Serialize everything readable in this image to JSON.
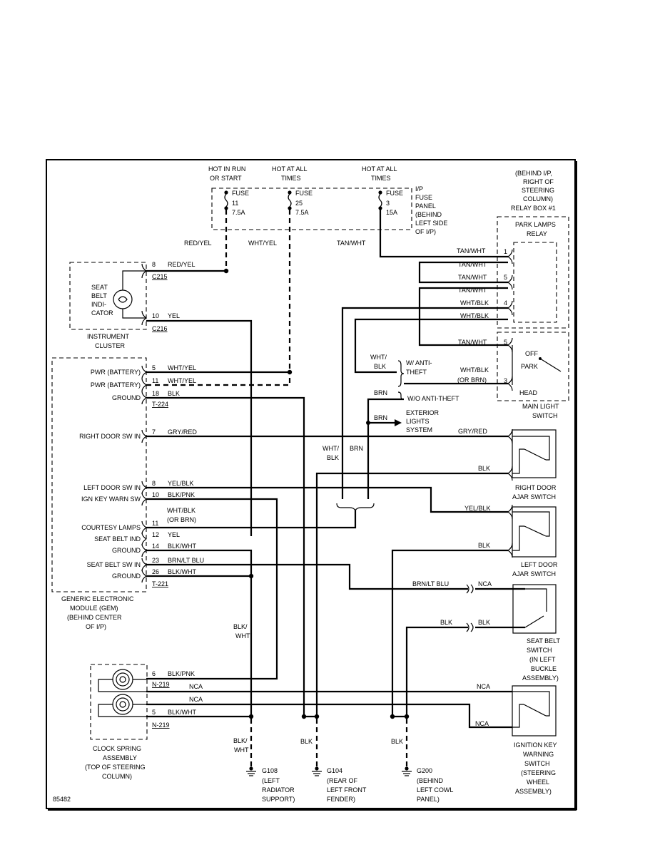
{
  "figure_id": "85482",
  "fuses": {
    "hot_in_run": [
      "HOT IN RUN",
      "OR START"
    ],
    "hot_all_1": [
      "HOT AT ALL",
      "TIMES"
    ],
    "hot_all_2": [
      "HOT AT ALL",
      "TIMES"
    ],
    "fuse11": [
      "FUSE",
      "11",
      "7.5A"
    ],
    "fuse25": [
      "FUSE",
      "25",
      "7.5A"
    ],
    "fuse3": [
      "FUSE",
      "3",
      "15A"
    ],
    "panel": [
      "I/P",
      "FUSE",
      "PANEL",
      "(BEHIND",
      "LEFT SIDE",
      "OF I/P)"
    ]
  },
  "relay_box": {
    "location": [
      "(BEHIND I/P,",
      "RIGHT OF",
      "STEERING",
      "COLUMN)",
      "RELAY BOX #1"
    ],
    "relay": [
      "PARK LAMPS",
      "RELAY"
    ],
    "pins": [
      "1",
      "5",
      "4"
    ]
  },
  "main_light_switch": {
    "positions": [
      "OFF",
      "PARK",
      "HEAD"
    ],
    "pins": [
      "5",
      "3"
    ],
    "name": [
      "MAIN LIGHT",
      "SWITCH"
    ]
  },
  "instrument_cluster": {
    "indicator": [
      "SEAT",
      "BELT",
      "INDI-",
      "CATOR"
    ],
    "name": [
      "INSTRUMENT",
      "CLUSTER"
    ],
    "pins": [
      {
        "num": "8",
        "wire": "RED/YEL",
        "conn": "C215"
      },
      {
        "num": "10",
        "wire": "YEL",
        "conn": "C216"
      }
    ]
  },
  "gem": {
    "name": [
      "GENERIC ELECTRONIC",
      "MODULE (GEM)",
      "(BEHIND CENTER",
      "OF I/P)"
    ],
    "pins": [
      {
        "label": "PWR (BATTERY)",
        "num": "5",
        "wire": "WHT/YEL"
      },
      {
        "label": "PWR (BATTERY)",
        "num": "11",
        "wire": "WHT/YEL"
      },
      {
        "label": "GROUND",
        "num": "18",
        "wire": "BLK"
      },
      {
        "label": "RIGHT DOOR SW IN",
        "num": "7",
        "wire": "GRY/RED"
      },
      {
        "label": "LEFT DOOR SW IN",
        "num": "8",
        "wire": "YEL/BLK"
      },
      {
        "label": "IGN KEY WARN SW",
        "num": "10",
        "wire": "BLK/PNK"
      },
      {
        "label": "COURTESY LAMPS",
        "num": "11",
        "wire": "WHT/BLK"
      },
      {
        "label": "SEAT BELT IND",
        "num": "12",
        "wire": "YEL"
      },
      {
        "label": "GROUND",
        "num": "14",
        "wire": "BLK/WHT"
      },
      {
        "label": "SEAT BELT SW IN",
        "num": "23",
        "wire": "BRN/LT BLU"
      },
      {
        "label": "GROUND",
        "num": "26",
        "wire": "BLK/WHT"
      }
    ],
    "courtesy_alt": "(OR BRN)",
    "connectors": [
      "T-224",
      "T-221"
    ]
  },
  "wires": {
    "red_yel": "RED/YEL",
    "wht_yel": "WHT/YEL",
    "tan_wht": "TAN/WHT",
    "wht_blk": "WHT/BLK",
    "wht_blk_split": [
      "WHT/",
      "BLK"
    ],
    "or_brn": "(OR BRN)",
    "brn": "BRN",
    "blk": "BLK",
    "blk_wht": [
      "BLK/",
      "WHT"
    ],
    "gry_red": "GRY/RED",
    "yel_blk": "YEL/BLK",
    "brn_lt_blu": "BRN/LT BLU",
    "nca": "NCA",
    "blk_pnk": "BLK/PNK"
  },
  "splice": {
    "with_antitheft": [
      "W/ ANTI-",
      "THEFT"
    ],
    "without_antitheft": "W/O ANTI-THEFT",
    "exterior_lights": [
      "EXTERIOR",
      "LIGHTS",
      "SYSTEM"
    ]
  },
  "right_door_switch": [
    "RIGHT DOOR",
    "AJAR SWITCH"
  ],
  "left_door_switch": [
    "LEFT DOOR",
    "AJAR SWITCH"
  ],
  "seat_belt_switch": [
    "SEAT BELT",
    "SWITCH",
    "(IN LEFT",
    "BUCKLE",
    "ASSEMBLY)"
  ],
  "ignition_key_switch": [
    "IGNITION KEY",
    "WARNING",
    "SWITCH",
    "(STEERING",
    "WHEEL",
    "ASSEMBLY)"
  ],
  "clock_spring": {
    "name": [
      "CLOCK SPRING",
      "ASSEMBLY",
      "(TOP OF STEERING",
      "COLUMN)"
    ],
    "pins": [
      {
        "num": "6",
        "wire": "BLK/PNK",
        "conn": "N-219"
      },
      {
        "num": "",
        "wire": "NCA"
      },
      {
        "num": "",
        "wire": "NCA"
      },
      {
        "num": "5",
        "wire": "BLK/WHT",
        "conn": "N-219"
      }
    ]
  },
  "grounds": [
    {
      "id": "G108",
      "desc": [
        "(LEFT",
        "RADIATOR",
        "SUPPORT)"
      ]
    },
    {
      "id": "G104",
      "desc": [
        "(REAR OF",
        "LEFT FRONT",
        "FENDER)"
      ]
    },
    {
      "id": "G200",
      "desc": [
        "(BEHIND",
        "LEFT COWL",
        "PANEL)"
      ]
    }
  ]
}
